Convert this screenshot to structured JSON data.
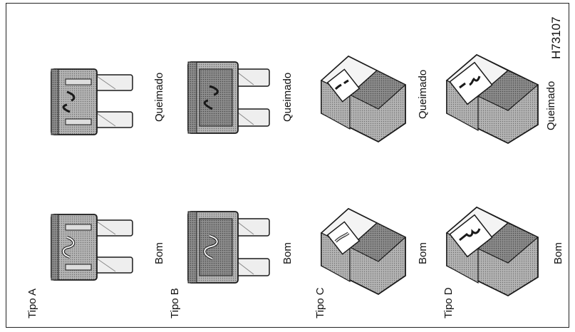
{
  "figure_id": "H73107",
  "fuses": [
    {
      "type": "Tipo A",
      "good": "Bom",
      "blown": "Queimado",
      "style": "A"
    },
    {
      "type": "Tipo B",
      "good": "Bom",
      "blown": "Queimado",
      "style": "B"
    },
    {
      "type": "Tipo C",
      "good": "Bom",
      "blown": "Queimado",
      "style": "C"
    },
    {
      "type": "Tipo D",
      "good": "Bom",
      "blown": "Queimado",
      "style": "D"
    }
  ],
  "colors": {
    "body": "#a8a8a8",
    "shade": "#7a7a7a",
    "outline": "#1a1a1a",
    "blade": "#e8e8e8"
  }
}
